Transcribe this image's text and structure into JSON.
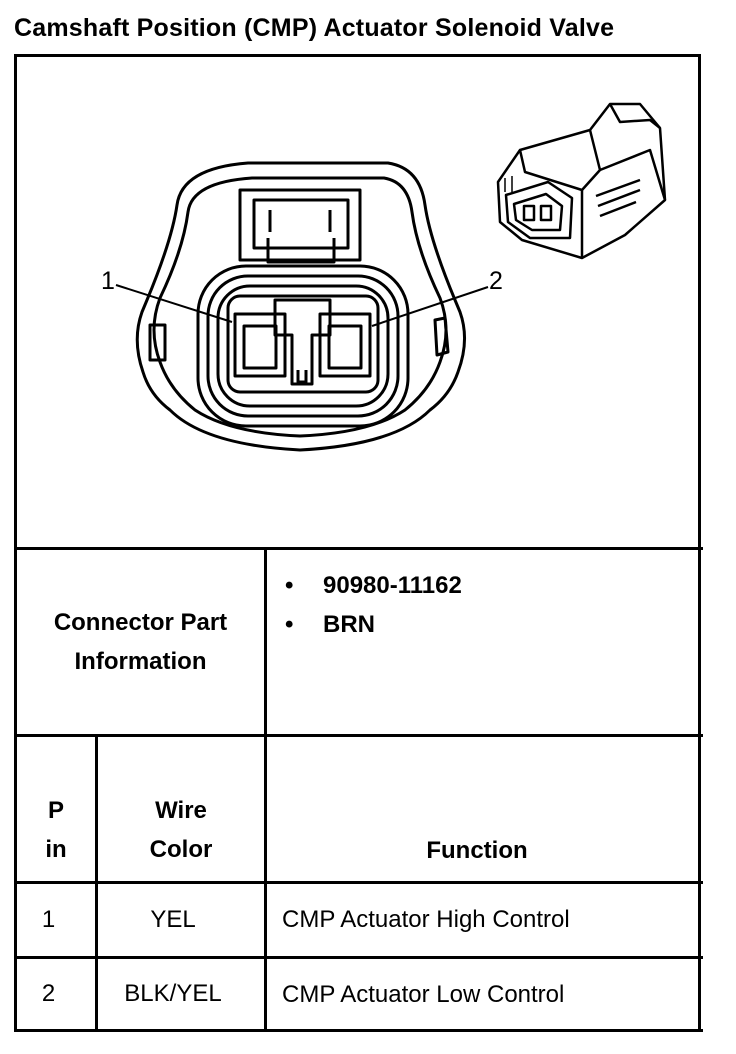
{
  "title": "Camshaft Position (CMP) Actuator Solenoid Valve",
  "diagram": {
    "callouts": [
      "1",
      "2"
    ]
  },
  "connector_info": {
    "label_line1": "Connector Part",
    "label_line2": "Information",
    "items": [
      "90980-11162",
      "BRN"
    ]
  },
  "table": {
    "headers": {
      "pin_line1": "P",
      "pin_line2": "in",
      "wire_line1": "Wire",
      "wire_line2": "Color",
      "function": "Function"
    },
    "rows": [
      {
        "pin": "1",
        "wire": "YEL",
        "function": "CMP Actuator High Control"
      },
      {
        "pin": "2",
        "wire": "BLK/YEL",
        "function": "CMP Actuator Low Control"
      }
    ]
  }
}
